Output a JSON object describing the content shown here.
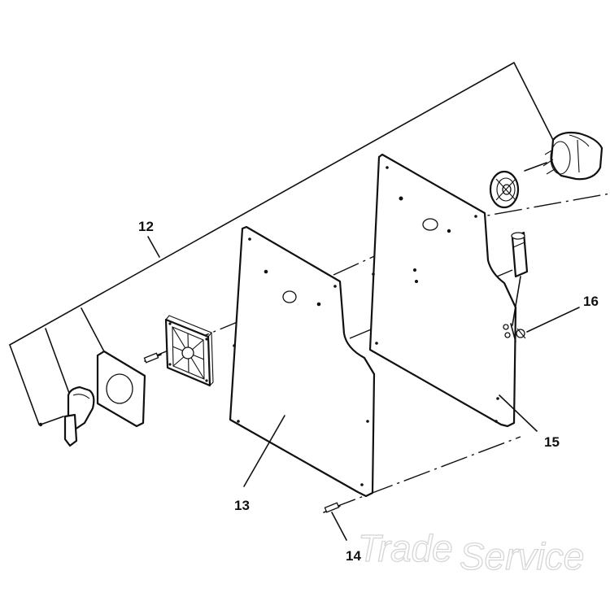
{
  "callouts": {
    "c12": "12",
    "c13": "13",
    "c14": "14",
    "c15": "15",
    "c16": "16"
  },
  "watermark": {
    "text_line1": "Trade",
    "text_line2": "Service"
  },
  "colors": {
    "line": "#111111",
    "background": "#ffffff",
    "watermark": "#d6d6d6"
  }
}
